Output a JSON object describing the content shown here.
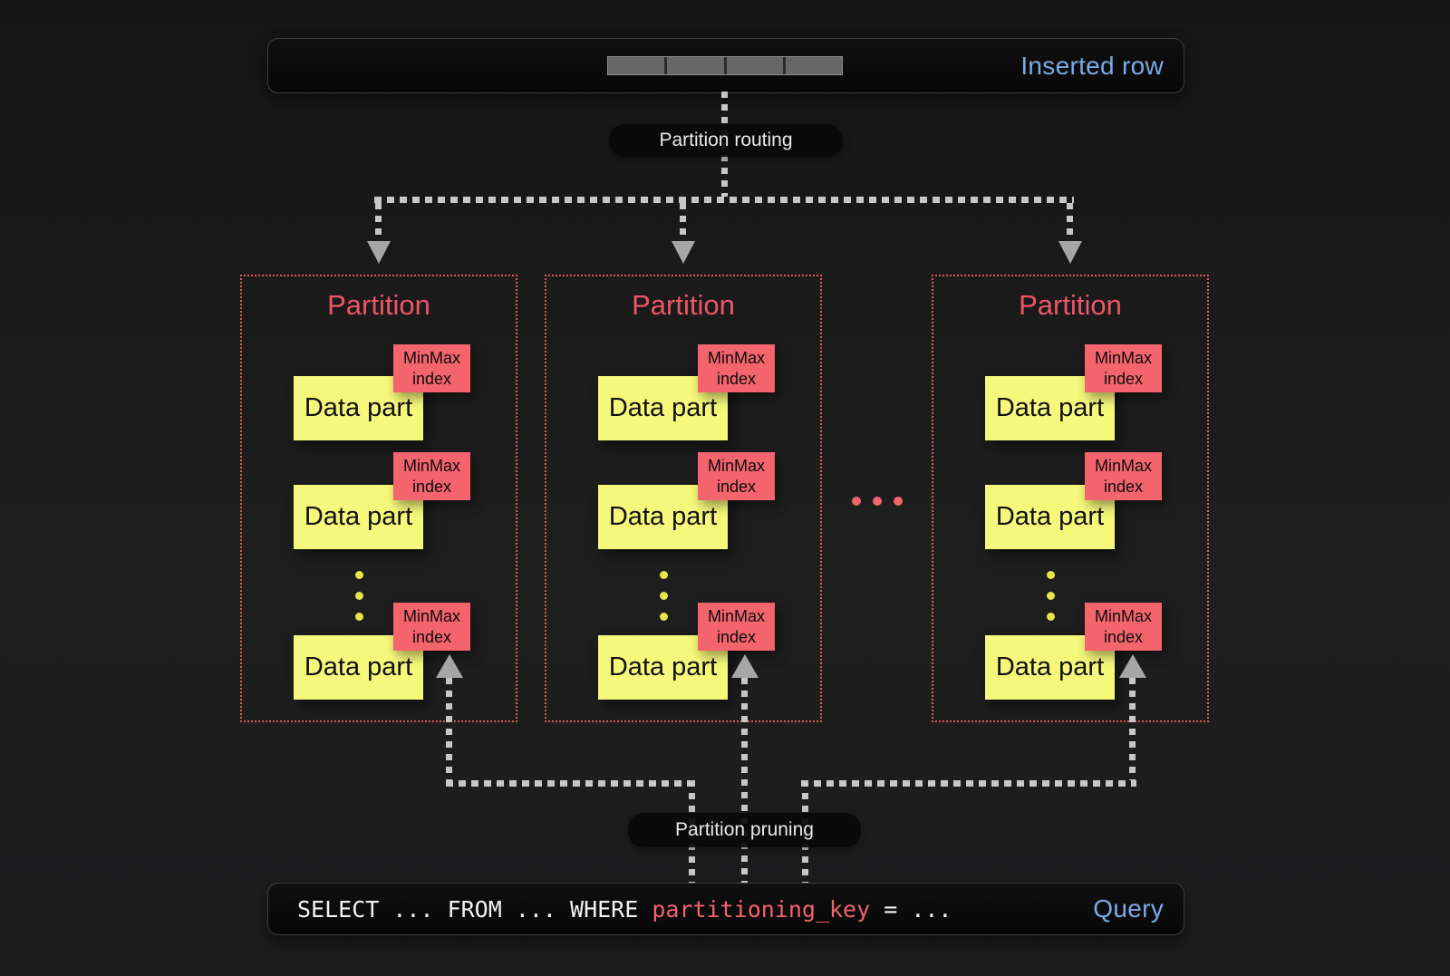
{
  "inserted_row": {
    "label": "Inserted row"
  },
  "labels": {
    "partition_routing": "Partition routing",
    "partition_pruning": "Partition pruning"
  },
  "partitions": [
    {
      "title": "Partition",
      "parts": [
        {
          "name": "Data part",
          "index": "MinMax index"
        },
        {
          "name": "Data part",
          "index": "MinMax index"
        },
        {
          "name": "Data part",
          "index": "MinMax index"
        }
      ]
    },
    {
      "title": "Partition",
      "parts": [
        {
          "name": "Data part",
          "index": "MinMax index"
        },
        {
          "name": "Data part",
          "index": "MinMax index"
        },
        {
          "name": "Data part",
          "index": "MinMax index"
        }
      ]
    },
    {
      "title": "Partition",
      "parts": [
        {
          "name": "Data part",
          "index": "MinMax index"
        },
        {
          "name": "Data part",
          "index": "MinMax index"
        },
        {
          "name": "Data part",
          "index": "MinMax index"
        }
      ]
    }
  ],
  "query": {
    "sql_before": "SELECT ... FROM ... WHERE ",
    "sql_key": "partitioning_key",
    "sql_after": " = ...",
    "label": "Query"
  },
  "colors": {
    "accent_red": "#ee5565",
    "tag_red": "#f3646d",
    "part_yellow": "#f6f87b",
    "accent_blue": "#7aaae8",
    "dash_gray": "#c7c7c7",
    "arrow_gray": "#a6a6a6"
  }
}
